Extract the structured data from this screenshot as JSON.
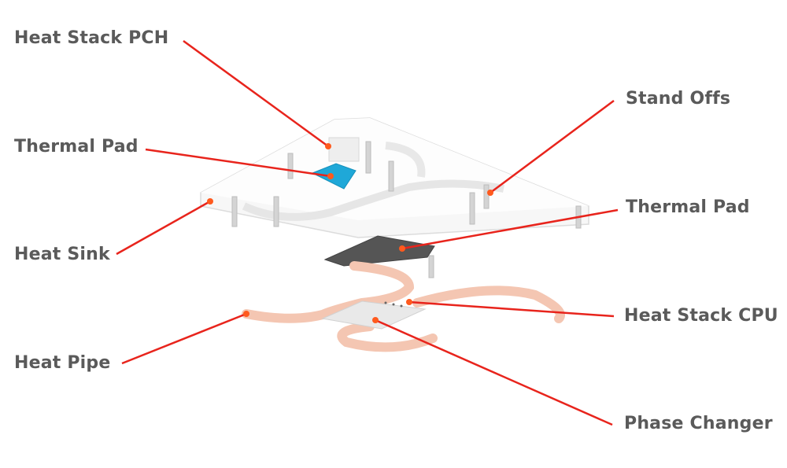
{
  "labels": {
    "heat_stack_pch": "Heat Stack PCH",
    "thermal_pad_left": "Thermal Pad",
    "heat_sink": "Heat Sink",
    "heat_pipe": "Heat Pipe",
    "stand_offs": "Stand Offs",
    "thermal_pad_right": "Thermal Pad",
    "heat_stack_cpu": "Heat Stack CPU",
    "phase_changer": "Phase Changer"
  },
  "colors": {
    "leader_line": "#e8241c",
    "leader_dot": "#ff5a1e",
    "label_text": "#5a5a5a",
    "thermal_pad_pch": "#1fa8d8",
    "thermal_pad_cpu": "#555555",
    "heat_pipe": "#f4c6b2"
  }
}
